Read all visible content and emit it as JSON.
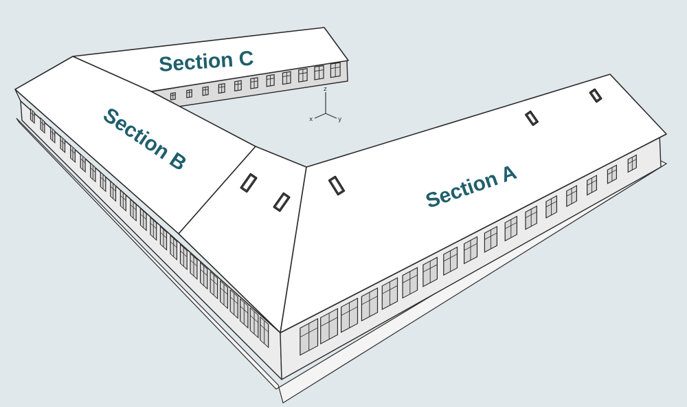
{
  "diagram": {
    "sections": [
      {
        "id": "a",
        "label": "Section A"
      },
      {
        "id": "b",
        "label": "Section B"
      },
      {
        "id": "c",
        "label": "Section C"
      }
    ],
    "axis_labels": {
      "x": "x",
      "y": "y",
      "z": "z"
    },
    "colors": {
      "background": "#e1e8ec",
      "label": "#1f5f6b",
      "roof": "#ffffff",
      "wall": "#ececec"
    }
  }
}
